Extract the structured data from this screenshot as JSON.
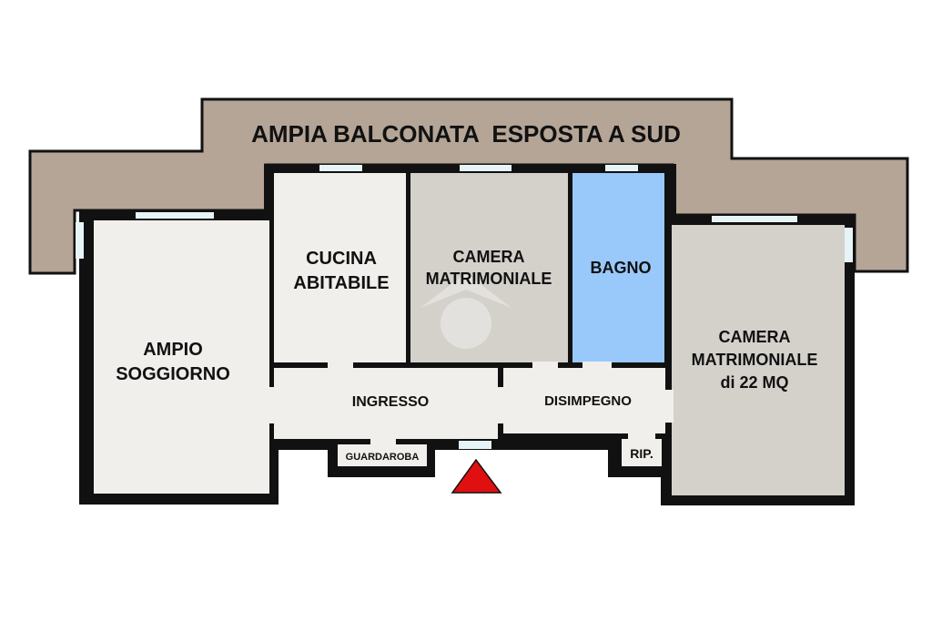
{
  "balcony": {
    "label": "AMPIA BALCONATA  ESPOSTA A SUD",
    "color": "#b5a597"
  },
  "rooms": {
    "soggiorno": {
      "line1": "AMPIO",
      "line2": "SOGGIORNO",
      "color": "#f0efec"
    },
    "cucina": {
      "line1": "CUCINA",
      "line2": "ABITABILE",
      "color": "#f0efec"
    },
    "camera1": {
      "line1": "CAMERA",
      "line2": "MATRIMONIALE",
      "color": "#d4d1cb"
    },
    "bagno": {
      "label": "BAGNO",
      "color": "#99c9fa"
    },
    "camera2": {
      "line1": "CAMERA",
      "line2": "MATRIMONIALE",
      "line3": "di 22 MQ",
      "color": "#d4d1cb"
    },
    "ingresso": {
      "label": "INGRESSO",
      "color": "#f0efec"
    },
    "disimpegno": {
      "label": "DISIMPEGNO",
      "color": "#f0efec"
    },
    "guardaroba": {
      "label": "GUARDAROBA",
      "color": "#f0efec"
    },
    "ripostiglio": {
      "label": "RIP.",
      "color": "#f0efec"
    }
  },
  "entrance_marker": {
    "shape": "triangle",
    "color": "#e01010"
  },
  "wall_color": "#111111",
  "window_color": "#e6f4f7"
}
